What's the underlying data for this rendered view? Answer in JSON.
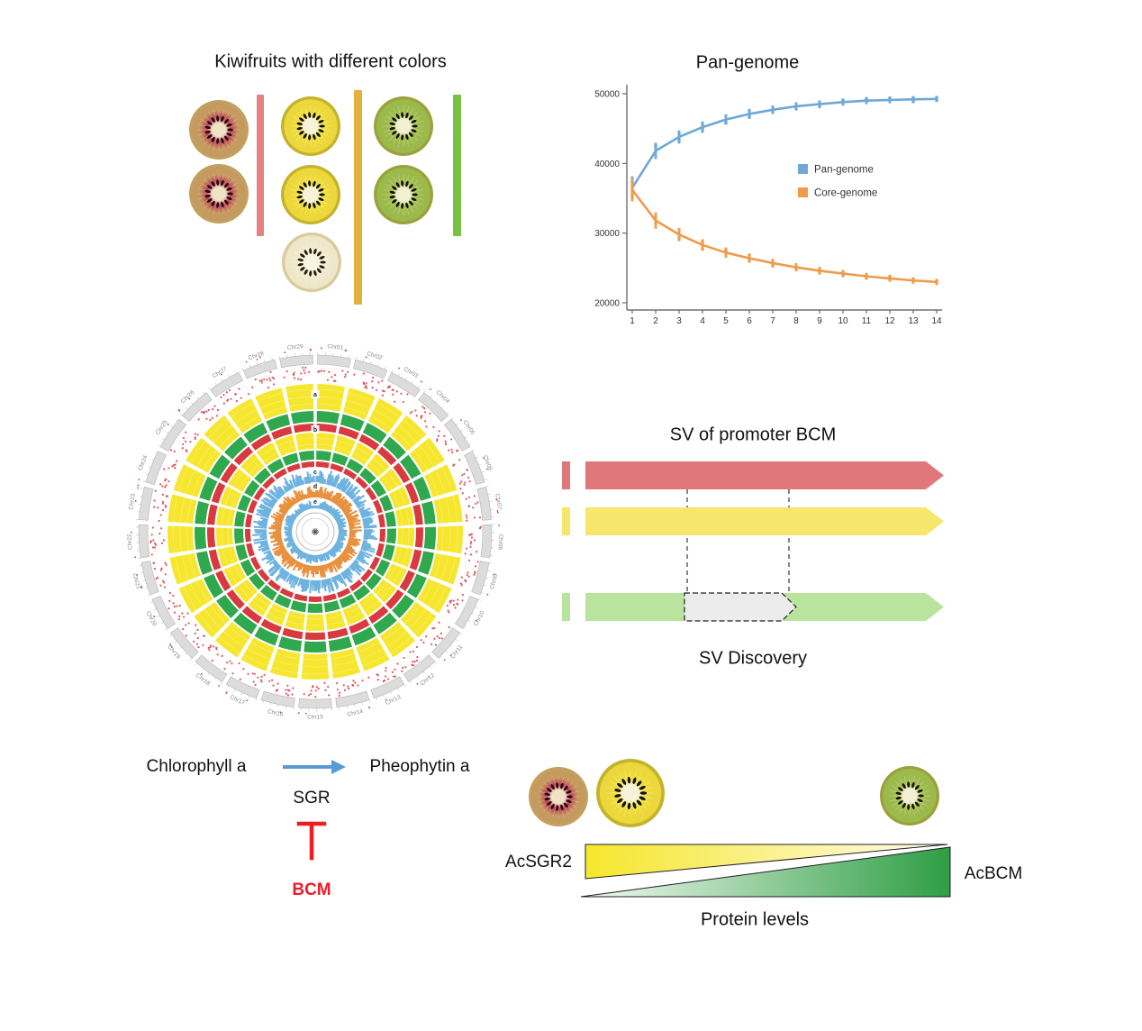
{
  "figure": {
    "panel_a_title": "Kiwifruits with different colors",
    "panel_b_title": "Pan-genome",
    "panel_d_title": "SV of promoter BCM",
    "panel_d_caption": "SV Discovery",
    "pathway": {
      "substrate": "Chlorophyll a",
      "product": "Pheophytin a",
      "enzyme": "SGR",
      "inhibitor": "BCM"
    },
    "protein_panel": {
      "left_label": "AcSGR2",
      "right_label": "AcBCM",
      "caption": "Protein levels"
    }
  },
  "chart_data": {
    "type": "line",
    "title": "Pan-genome",
    "x": [
      1,
      2,
      3,
      4,
      5,
      6,
      7,
      8,
      9,
      10,
      11,
      12,
      13,
      14
    ],
    "xlabel": "",
    "ylabel": "",
    "ylim": [
      20000,
      50000
    ],
    "yticks": [
      20000,
      30000,
      40000,
      50000
    ],
    "grid": false,
    "legend_position": "right-center",
    "series": [
      {
        "name": "Pan-genome",
        "color": "#6fa8d6",
        "values": [
          36500,
          41800,
          43800,
          45200,
          46300,
          47100,
          47700,
          48200,
          48500,
          48800,
          49000,
          49100,
          49200,
          49250
        ]
      },
      {
        "name": "Core-genome",
        "color": "#f09a4b",
        "values": [
          36200,
          31800,
          29800,
          28300,
          27200,
          26400,
          25700,
          25100,
          24600,
          24200,
          23800,
          23500,
          23200,
          23000
        ]
      }
    ]
  },
  "circos": {
    "chromosomes": [
      "Chr01",
      "Chr02",
      "Chr03",
      "Chr04",
      "Chr05",
      "Chr06",
      "Chr07",
      "Chr08",
      "Chr09",
      "Chr10",
      "Chr11",
      "Chr12",
      "Chr13",
      "Chr14",
      "Chr15",
      "Chr16",
      "Chr17",
      "Chr18",
      "Chr19",
      "Chr20",
      "Chr21",
      "Chr22",
      "Chr23",
      "Chr24",
      "Chr25",
      "Chr26",
      "Chr27",
      "Chr28",
      "Chr29"
    ],
    "track_labels": [
      "a",
      "b",
      "c",
      "d",
      "e"
    ],
    "ring_colors": {
      "ideogram": "#dcdcdc",
      "yellow": "#f6e62e",
      "green": "#2fa84e",
      "red": "#d93a3f",
      "blue": "#6fb3e0",
      "orange": "#e8913f"
    }
  },
  "colors": {
    "sv_red": "#e0777a",
    "sv_yellow": "#f6e66b",
    "sv_green": "#b9e49d",
    "sv_deletion_fill": "#ececec",
    "bar_red": "#e88082",
    "bar_yellow": "#e2b33c",
    "bar_green": "#79c143",
    "arrow_blue": "#5b9bd5",
    "inhibit_red": "#ee1c25",
    "gradient_yellow": "#f5e62c",
    "gradient_yellow_pale": "#fffdf0",
    "gradient_green": "#2e9e44",
    "gradient_green_pale": "#f6fbf4"
  },
  "kiwi_colors": {
    "red": {
      "skin": "#c2a05f",
      "flesh": "#bf3d55",
      "outer": "#c59a5e",
      "core": "#f0e2c4",
      "seed": "#26070c"
    },
    "yellow": {
      "skin": "#c5b22e",
      "flesh": "#f2e13c",
      "outer": "#ecd83a",
      "core": "#f7f2d9",
      "seed": "#151208"
    },
    "pale": {
      "skin": "#d8cc9e",
      "flesh": "#f3ecd2",
      "outer": "#efe7ca",
      "core": "#f8f3e2",
      "seed": "#241d10"
    },
    "green": {
      "skin": "#9aa23b",
      "flesh": "#a6c150",
      "outer": "#9cb94c",
      "core": "#f3efd2",
      "seed": "#141409"
    }
  }
}
